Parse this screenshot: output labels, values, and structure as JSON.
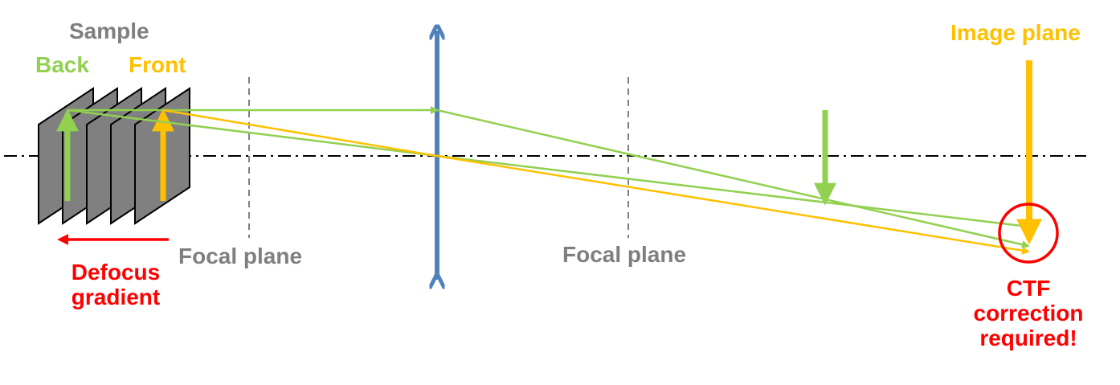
{
  "labels": {
    "sample": "Sample",
    "back": "Back",
    "front": "Front",
    "focal_plane_left": "Focal plane",
    "focal_plane_right": "Focal plane",
    "image_plane": "Image plane",
    "defocus_line1": "Defocus",
    "defocus_line2": "gradient",
    "ctf_line1": "CTF",
    "ctf_line2": "correction",
    "ctf_line3": "required!"
  },
  "colors": {
    "back_ray": "#92d050",
    "front_ray": "#ffc000",
    "lens": "#4f81bd",
    "gray": "#7f7f7f",
    "red": "#ff0000",
    "sample_fill": "#808080"
  }
}
